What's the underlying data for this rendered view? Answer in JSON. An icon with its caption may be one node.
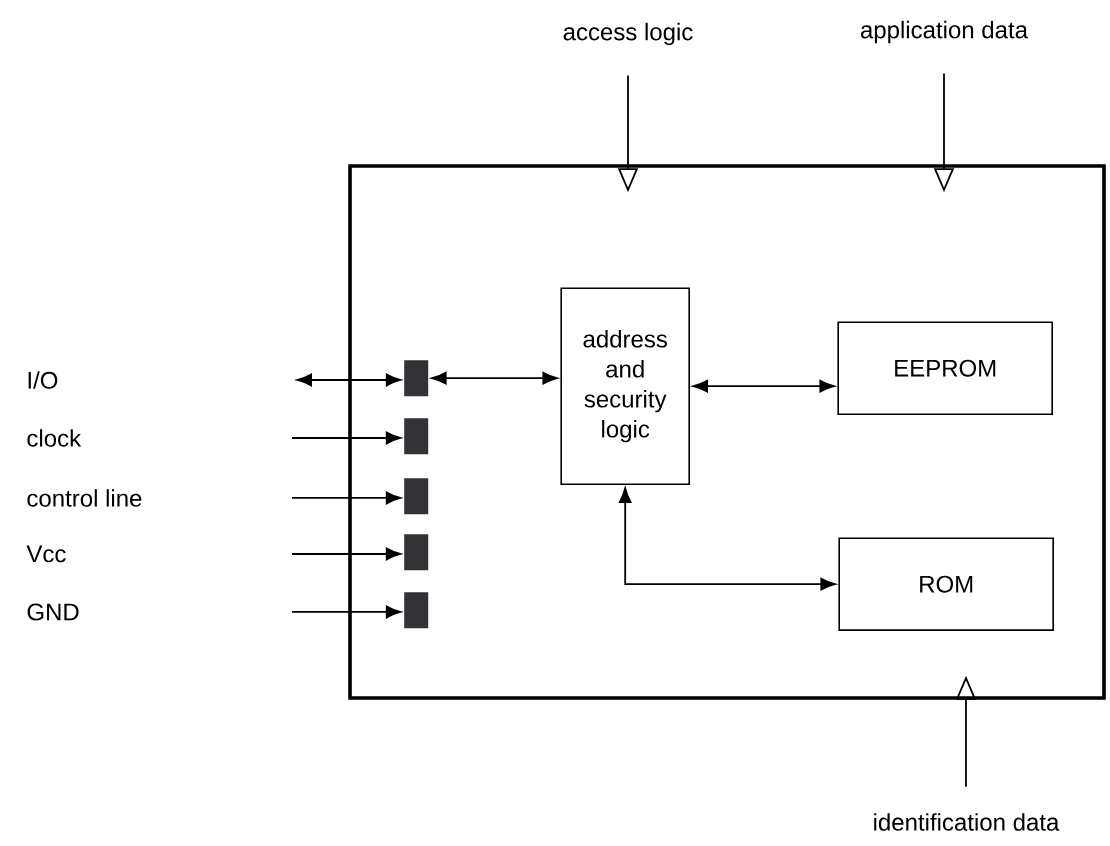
{
  "diagram": {
    "nodes": [
      {
        "text": [
          "access logic"
        ]
      },
      {
        "text": [
          "application data"
        ]
      },
      {
        "text": [],
        "shape": "box"
      },
      {
        "text": [
          "address and security logic"
        ],
        "in": 2
      },
      {
        "text": [
          "EEPROM"
        ],
        "in": 2
      },
      {
        "text": [
          "ROM"
        ],
        "in": 2
      },
      {
        "text": [],
        "shape": "box",
        "in": 2
      },
      {
        "text": [],
        "shape": "box",
        "in": 2
      },
      {
        "text": [],
        "shape": "box",
        "in": 2
      },
      {
        "text": [],
        "shape": "box",
        "in": 2
      },
      {
        "text": [],
        "shape": "box",
        "in": 2
      },
      {
        "text": [
          "identification data"
        ]
      }
    ],
    "edges": [
      {
        "from": null,
        "to": 6,
        "arrow": "both"
      },
      {
        "from": null,
        "to": 7,
        "arrow": "to"
      },
      {
        "from": null,
        "to": 8,
        "arrow": "to"
      },
      {
        "from": null,
        "to": 9,
        "arrow": "to"
      },
      {
        "from": null,
        "to": 10,
        "arrow": "to"
      },
      {
        "from": 6,
        "to": 3,
        "arrow": "both"
      },
      {
        "from": 3,
        "to": 4,
        "arrow": "both"
      },
      {
        "from": 3,
        "to": 5,
        "arrow": "both"
      },
      {
        "from": 0,
        "to": 2,
        "arrow": "to"
      },
      {
        "from": 1,
        "to": 2,
        "arrow": "to"
      },
      {
        "from": 11,
        "to": 2,
        "arrow": "to"
      }
    ],
    "labels": [
      "I/O",
      "clock",
      "control line",
      "Vcc",
      "GND"
    ]
  }
}
